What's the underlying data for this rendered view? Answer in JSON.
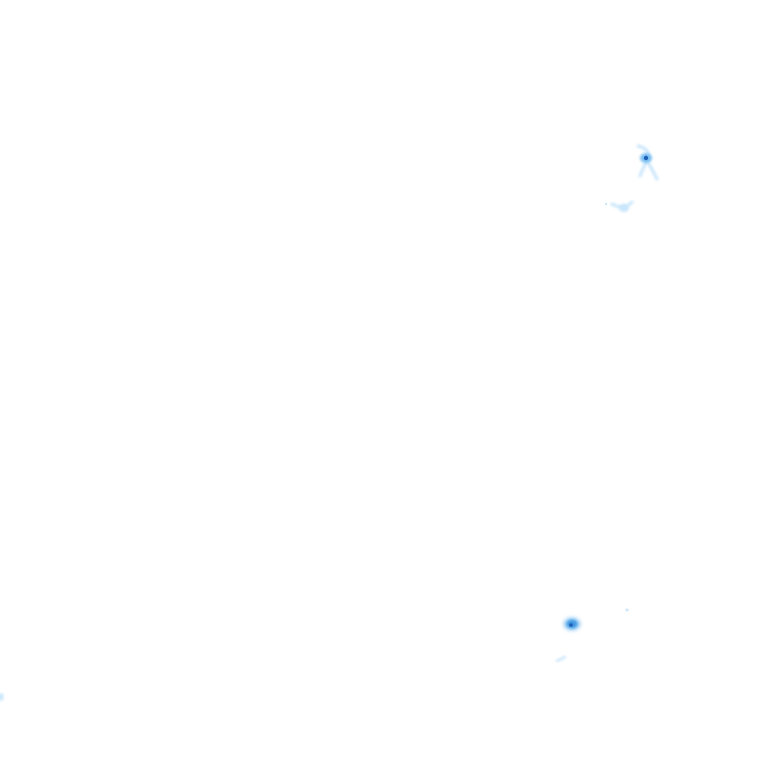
{
  "map": {
    "kind": "radar-precipitation-tile",
    "background_color": "#ffffff",
    "echo_colors": {
      "light": "#c9e6fb",
      "moderate": "#7cc0f2",
      "strong": "#3f96e0",
      "core": "#1f5fb8"
    },
    "echo_clusters": [
      {
        "id": "northeast-cell",
        "intensity": "strong"
      },
      {
        "id": "northeast-trailing-cell",
        "intensity": "light"
      },
      {
        "id": "southeast-cell",
        "intensity": "strong"
      },
      {
        "id": "southeast-fragment",
        "intensity": "light"
      },
      {
        "id": "southwest-edge-fragment",
        "intensity": "light"
      }
    ]
  }
}
